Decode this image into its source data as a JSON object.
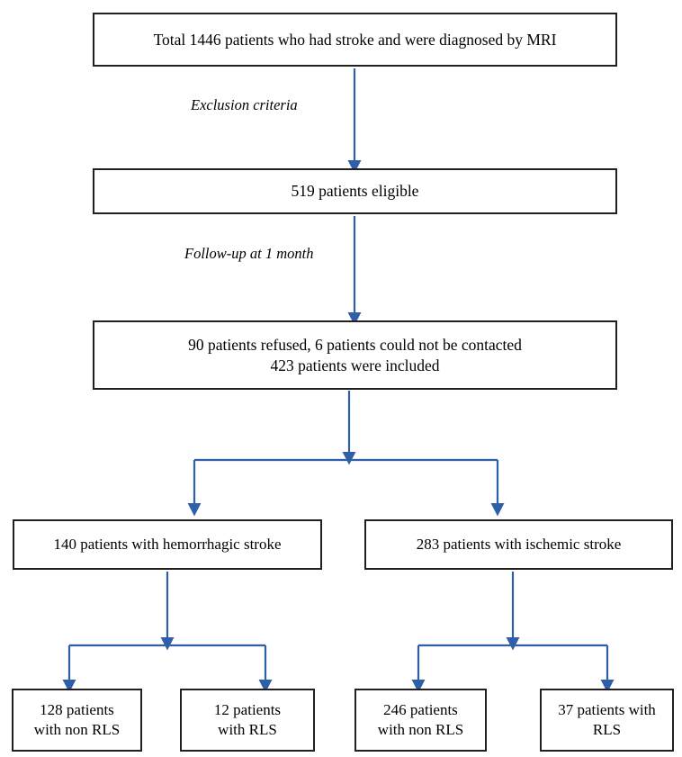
{
  "figure": {
    "type": "flowchart",
    "orientation": "top-down",
    "accent_color": "#2f5fa6",
    "box_border_color": "#231f20",
    "background_color": "#ffffff"
  },
  "nodes": {
    "total_cohort": "Total 1446 patients who had stroke and were diagnosed by MRI",
    "eligible": "519 patients eligible",
    "included": "90 patients refused, 6 patients could not be contacted\n423 patients were included",
    "hemorrhagic": "140 patients with hemorrhagic stroke",
    "ischemic": "283 patients with ischemic stroke",
    "hem_non_rls": "128 patients\nwith non RLS",
    "hem_rls": "12 patients\nwith RLS",
    "isc_non_rls": "246 patients\nwith non RLS",
    "isc_rls": "37 patients with\nRLS"
  },
  "edge_labels": {
    "exclusion": "Exclusion criteria",
    "follow_up": "Follow-up at 1 month"
  },
  "counts": {
    "total_screened": 1446,
    "eligible": 519,
    "refused": 90,
    "not_contacted": 6,
    "included": 423,
    "hemorrhagic": 140,
    "ischemic": 283,
    "hemorrhagic_non_rls": 128,
    "hemorrhagic_rls": 12,
    "ischemic_non_rls": 246,
    "ischemic_rls": 37
  }
}
